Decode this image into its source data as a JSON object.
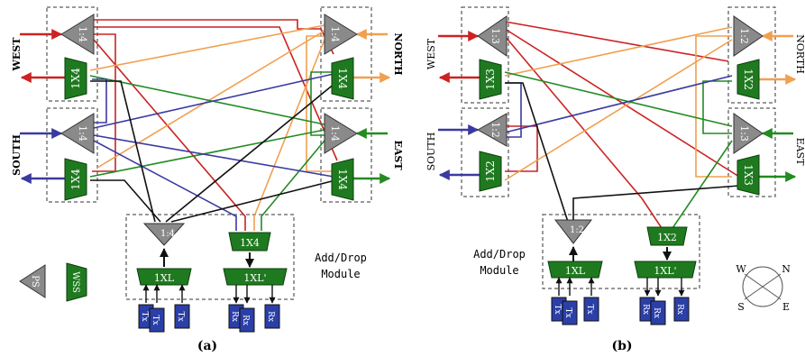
{
  "panel_a": {
    "caption": "(a)",
    "west": "WEST",
    "south": "SOUTH",
    "north": "NORTH",
    "east": "EAST",
    "splitter": "1:4",
    "wss": "1X4",
    "add_splitter": "1:4",
    "drop_wss": "1X4",
    "add_xl": "1XL",
    "drop_xl": "1XL'",
    "module_label_1": "Add/Drop",
    "module_label_2": "Module",
    "tx": "Tx",
    "rx": "Rx",
    "legend_ps": "PS",
    "legend_wss": "WSS"
  },
  "panel_b": {
    "caption": "(b)",
    "west": "WEST",
    "south": "SOUTH",
    "north": "NORTH",
    "east": "EAST",
    "west_splitter": "1:3",
    "west_wss": "1X3",
    "south_splitter": "1:2",
    "south_wss": "1X2",
    "north_splitter": "1:2",
    "north_wss": "1X2",
    "east_splitter": "1:3",
    "east_wss": "1X3",
    "add_splitter": "1:2",
    "drop_wss": "1X2",
    "add_xl": "1XL",
    "drop_xl": "1XL'",
    "module_label_1": "Add/Drop",
    "module_label_2": "Module",
    "tx": "Tx",
    "rx": "Rx",
    "compass_w": "W",
    "compass_n": "N",
    "compass_s": "S",
    "compass_e": "E"
  },
  "colors": {
    "red": "#cc2222",
    "orange": "#f0a050",
    "green": "#228b22",
    "purple": "#3a3aa0",
    "black": "#111111",
    "splitter_fill": "#8a8a8a",
    "wss_fill": "#1f7a1f",
    "txrx_fill": "#2b3fa8"
  }
}
